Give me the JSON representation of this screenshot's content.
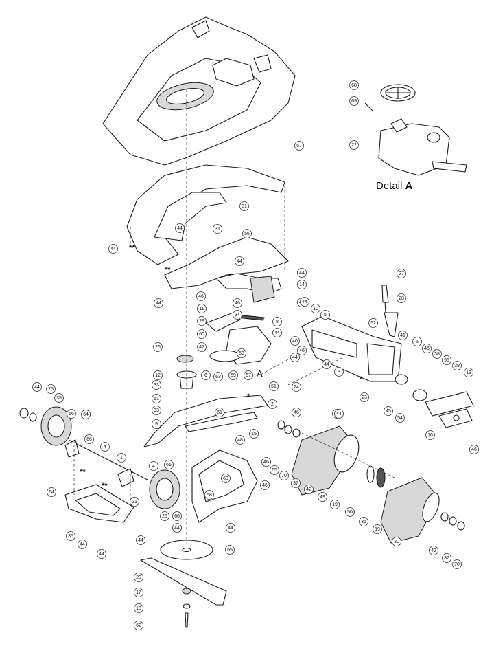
{
  "detail": {
    "caption_prefix": "Detail ",
    "caption_letter": "A"
  },
  "markers": {
    "single_star": "*",
    "double_star": "**",
    "section_A": "A"
  },
  "callouts": [
    {
      "n": "68"
    },
    {
      "n": "69"
    },
    {
      "n": "22"
    },
    {
      "n": "57"
    },
    {
      "n": "31"
    },
    {
      "n": "31"
    },
    {
      "n": "44"
    },
    {
      "n": "44"
    },
    {
      "n": "56"
    },
    {
      "n": "44"
    },
    {
      "n": "44"
    },
    {
      "n": "14"
    },
    {
      "n": "44"
    },
    {
      "n": "46"
    },
    {
      "n": "46"
    },
    {
      "n": "44"
    },
    {
      "n": "11"
    },
    {
      "n": "34"
    },
    {
      "n": "29"
    },
    {
      "n": "8"
    },
    {
      "n": "60"
    },
    {
      "n": "44"
    },
    {
      "n": "47"
    },
    {
      "n": "53"
    },
    {
      "n": "26"
    },
    {
      "n": "67"
    },
    {
      "n": "12"
    },
    {
      "n": "6"
    },
    {
      "n": "63"
    },
    {
      "n": "59"
    },
    {
      "n": "51"
    },
    {
      "n": "27"
    },
    {
      "n": "28"
    },
    {
      "n": "44"
    },
    {
      "n": "10"
    },
    {
      "n": "5"
    },
    {
      "n": "52"
    },
    {
      "n": "40"
    },
    {
      "n": "46"
    },
    {
      "n": "41"
    },
    {
      "n": "44"
    },
    {
      "n": "44"
    },
    {
      "n": "5"
    },
    {
      "n": "45"
    },
    {
      "n": "38"
    },
    {
      "n": "55"
    },
    {
      "n": "39"
    },
    {
      "n": "13"
    },
    {
      "n": "3"
    },
    {
      "n": "2"
    },
    {
      "n": "23"
    },
    {
      "n": "24"
    },
    {
      "n": "24"
    },
    {
      "n": "46"
    },
    {
      "n": "44"
    },
    {
      "n": "45"
    },
    {
      "n": "54"
    },
    {
      "n": "16"
    },
    {
      "n": "46"
    },
    {
      "n": "33"
    },
    {
      "n": "61"
    },
    {
      "n": "33"
    },
    {
      "n": "61"
    },
    {
      "n": "9"
    },
    {
      "n": "15"
    },
    {
      "n": "48"
    },
    {
      "n": "44"
    },
    {
      "n": "25"
    },
    {
      "n": "35"
    },
    {
      "n": "66"
    },
    {
      "n": "64"
    },
    {
      "n": "66"
    },
    {
      "n": "4"
    },
    {
      "n": "1"
    },
    {
      "n": "4"
    },
    {
      "n": "66"
    },
    {
      "n": "64"
    },
    {
      "n": "21"
    },
    {
      "n": "63"
    },
    {
      "n": "46"
    },
    {
      "n": "58"
    },
    {
      "n": "25"
    },
    {
      "n": "66"
    },
    {
      "n": "35"
    },
    {
      "n": "44"
    },
    {
      "n": "44"
    },
    {
      "n": "44"
    },
    {
      "n": "44"
    },
    {
      "n": "44"
    },
    {
      "n": "46"
    },
    {
      "n": "65"
    },
    {
      "n": "70"
    },
    {
      "n": "37"
    },
    {
      "n": "42"
    },
    {
      "n": "49"
    },
    {
      "n": "19"
    },
    {
      "n": "50"
    },
    {
      "n": "36"
    },
    {
      "n": "19"
    },
    {
      "n": "30"
    },
    {
      "n": "42"
    },
    {
      "n": "37"
    },
    {
      "n": "70"
    },
    {
      "n": "65"
    },
    {
      "n": "20"
    },
    {
      "n": "17"
    },
    {
      "n": "18"
    },
    {
      "n": "62"
    },
    {
      "n": "7"
    }
  ]
}
